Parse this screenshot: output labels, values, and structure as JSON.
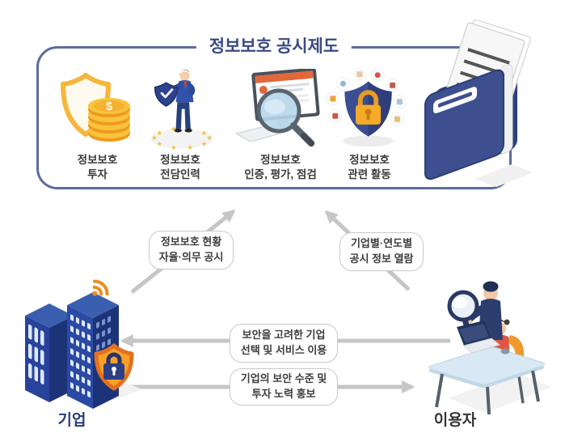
{
  "title": "정보보호 공시제도",
  "system_box": {
    "items": [
      {
        "icon": "shield-coins-icon",
        "label": [
          "정보보호",
          "투자"
        ]
      },
      {
        "icon": "person-shield-icon",
        "label": [
          "정보보호",
          "전담인력"
        ]
      },
      {
        "icon": "monitor-magnifier-icon",
        "label": [
          "정보보호",
          "인증, 평가, 점검"
        ]
      },
      {
        "icon": "shield-lock-icon",
        "label": [
          "정보보호",
          "관련 활동"
        ]
      }
    ],
    "side_icon": "folder-documents-icon"
  },
  "flows": {
    "company_to_system": {
      "label": [
        "정보보호 현황",
        "자율·의무 공시"
      ],
      "direction": "up-right"
    },
    "user_to_system": {
      "label": [
        "기업별·연도별",
        "공시 정보 열람"
      ],
      "direction": "up-left"
    },
    "user_to_company": {
      "label": [
        "보안을 고려한 기업",
        "선택 및 서비스 이용"
      ],
      "direction": "left"
    },
    "company_to_user": {
      "label": [
        "기업의 보안 수준 및",
        "투자 노력 홍보"
      ],
      "direction": "right"
    }
  },
  "actors": {
    "company": {
      "label": "기업",
      "icon": "company-buildings-icon"
    },
    "user": {
      "label": "이용자",
      "icon": "users-at-desk-icon"
    }
  },
  "colors": {
    "navy_title": "#3a4a82",
    "box_border": "#5c6c9c",
    "arrow_gray": "#c6c6c6",
    "pill_border": "#c8c8c8",
    "text_dark": "#3b3b3b",
    "company_label": "#2c3d7f",
    "user_label": "#353535",
    "orange": "#f6a028",
    "gold": "#f9c33c",
    "building_blue": "#2a4aa4",
    "folder_blue": "#3d4f8e",
    "suit_blue": "#3052a8",
    "shirt_red": "#e05546",
    "chair_orange": "#ef9a2d"
  }
}
